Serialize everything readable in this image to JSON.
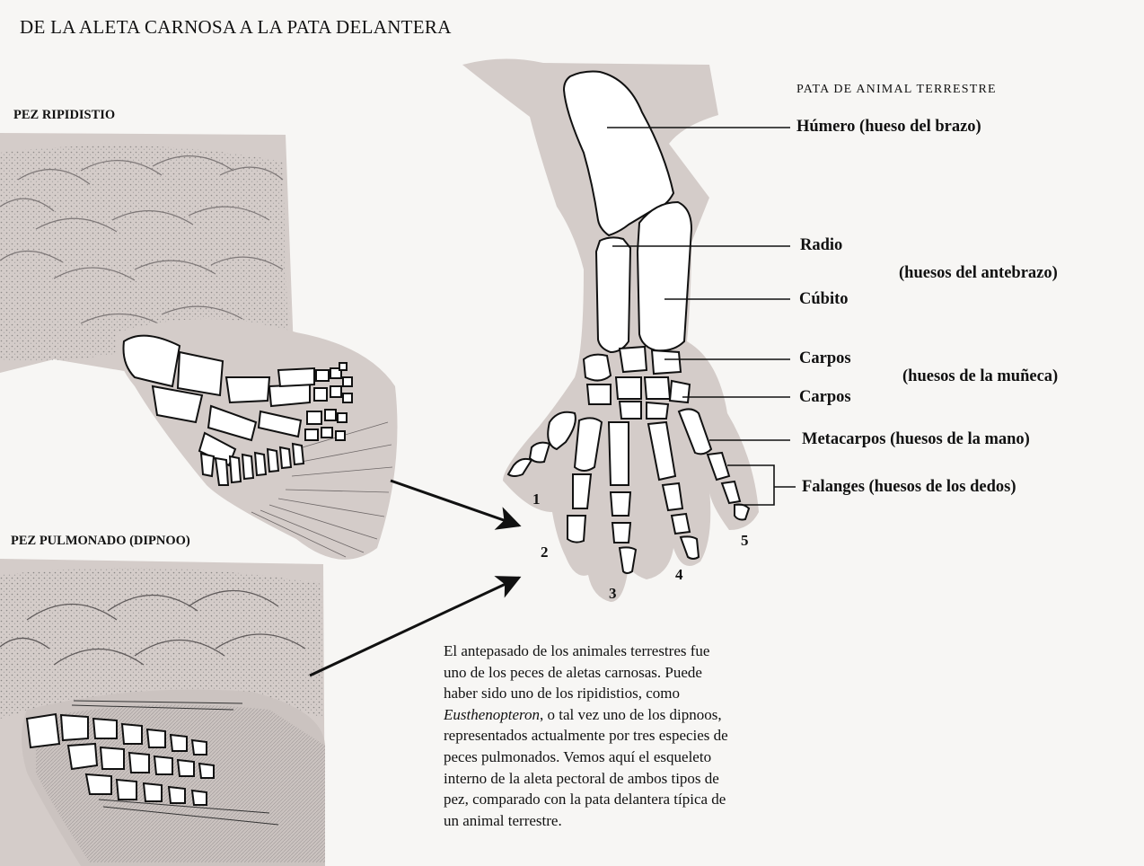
{
  "title": "DE LA ALETA CARNOSA A LA PATA DELANTERA",
  "fish": {
    "rhipidistian_label": "PEZ RIPIDISTIO",
    "lungfish_label": "PEZ PULMONADO  (DIPNOO)"
  },
  "limb": {
    "heading": "PATA DE ANIMAL TERRESTRE",
    "labels": {
      "humerus": "Húmero (hueso del brazo)",
      "radius": "Radio",
      "ulna": "Cúbito",
      "carpals_1": "Carpos",
      "carpals_2": "Carpos",
      "metacarpals": "Metacarpos (huesos de la mano)",
      "phalanges": "Falanges (huesos de los dedos)"
    },
    "groups": {
      "forearm": "(huesos del antebrazo)",
      "wrist": "(huesos de la muñeca)"
    },
    "digits": [
      "1",
      "2",
      "3",
      "4",
      "5"
    ]
  },
  "caption": {
    "line1": "El antepasado de los animales terrestres fue",
    "line2": "uno de los peces de aletas carnosas. Puede",
    "line3": "haber sido uno de los ripidistios, como",
    "line4_italic": "Eusthenopteron",
    "line4_rest": ", o tal vez uno de los dipnoos,",
    "line5": "representados actualmente por tres especies de",
    "line6": "peces pulmonados. Vemos aquí el esqueleto",
    "line7": "interno de la aleta pectoral de ambos tipos de",
    "line8": "pez, comparado con la pata delantera típica de",
    "line9": "un animal terrestre."
  },
  "colors": {
    "background": "#f7f6f4",
    "flesh": "#d4ccc9",
    "bone_fill": "#ffffff",
    "ink": "#111111",
    "scale_shade": "#9a9696"
  }
}
